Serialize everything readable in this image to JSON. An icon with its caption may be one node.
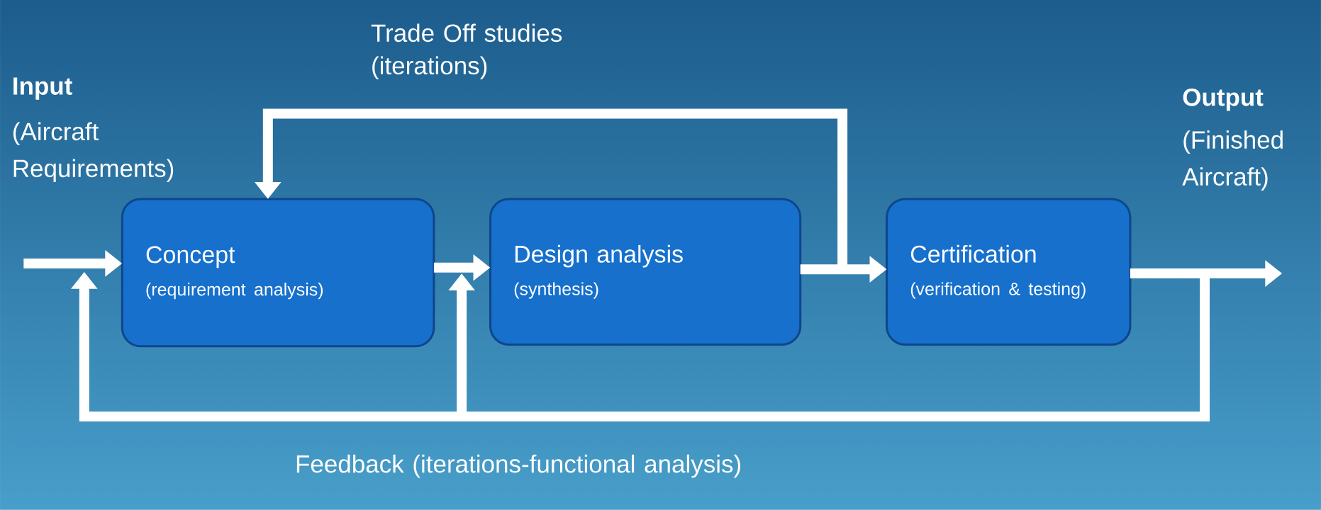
{
  "diagram": {
    "nodes": [
      {
        "text": [
          "Concept",
          "(requirement analysis)"
        ]
      },
      {
        "text": [
          "Design analysis",
          "(synthesis)"
        ]
      },
      {
        "text": [
          "Certification",
          "(verification & testing)"
        ]
      }
    ],
    "edges": [
      {
        "from": null,
        "to": 0,
        "arrow": "to"
      },
      {
        "from": 0,
        "to": 1,
        "arrow": "to"
      },
      {
        "from": 1,
        "to": 2,
        "arrow": "to"
      },
      {
        "from": 2,
        "to": null,
        "arrow": "to"
      },
      {
        "from": 1,
        "to": 0,
        "arrow": "to",
        "label": "Trade Off studies (iterations)"
      },
      {
        "from": 2,
        "to": 0,
        "arrow": "to",
        "label": "Feedback (iterations-functional analysis)"
      },
      {
        "from": 2,
        "to": 1,
        "arrow": "to"
      }
    ],
    "labels": [
      "Input",
      "(Aircraft Requirements)",
      "Output",
      "(Finished Aircraft)"
    ]
  }
}
